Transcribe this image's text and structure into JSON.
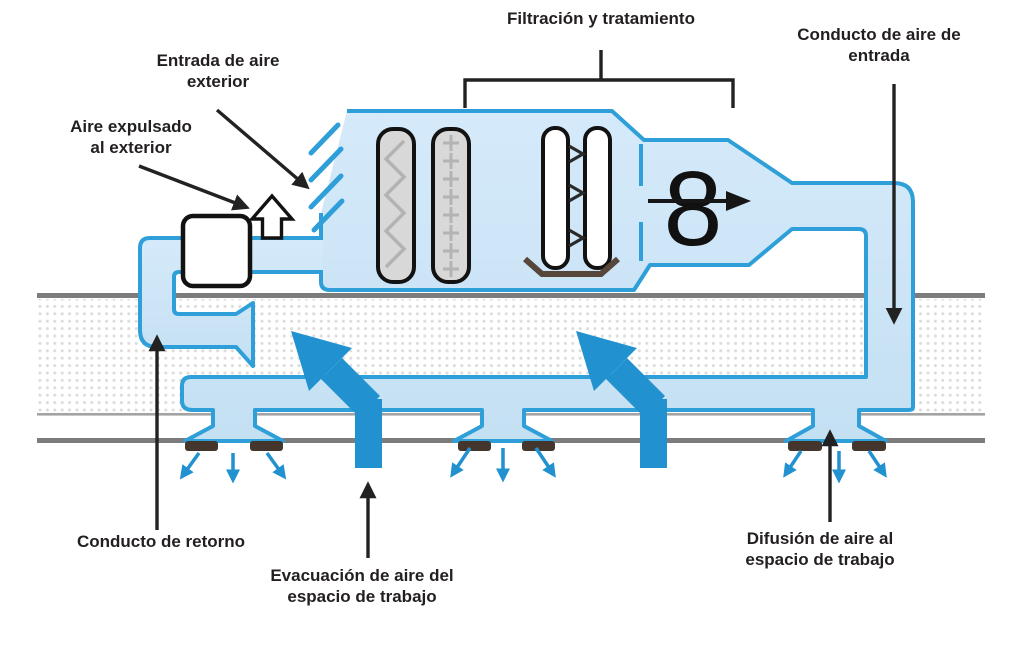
{
  "diagram": {
    "labels": {
      "filtration": "Filtración y tratamiento",
      "inlet_duct_1": "Conducto de aire de",
      "inlet_duct_2": "entrada",
      "outside_air_1": "Entrada de aire",
      "outside_air_2": "exterior",
      "exhaust_1": "Aire expulsado",
      "exhaust_2": "al exterior",
      "return_duct": "Conducto de retorno",
      "evacuation_1": "Evacuación de aire del",
      "evacuation_2": "espacio de trabajo",
      "diffusion_1": "Difusión de aire al",
      "diffusion_2": "espacio de trabajo"
    },
    "fan_symbol": "8",
    "colors": {
      "duct_fill": "#cfe6f7",
      "duct_stroke": "#2e9fd8",
      "arrow_blue": "#2191d0",
      "label_text": "#231f20",
      "ceiling_gray": "#7c7c7c",
      "filter_gray": "#d8d8d8",
      "drain_pan_brown": "#57473a"
    }
  }
}
